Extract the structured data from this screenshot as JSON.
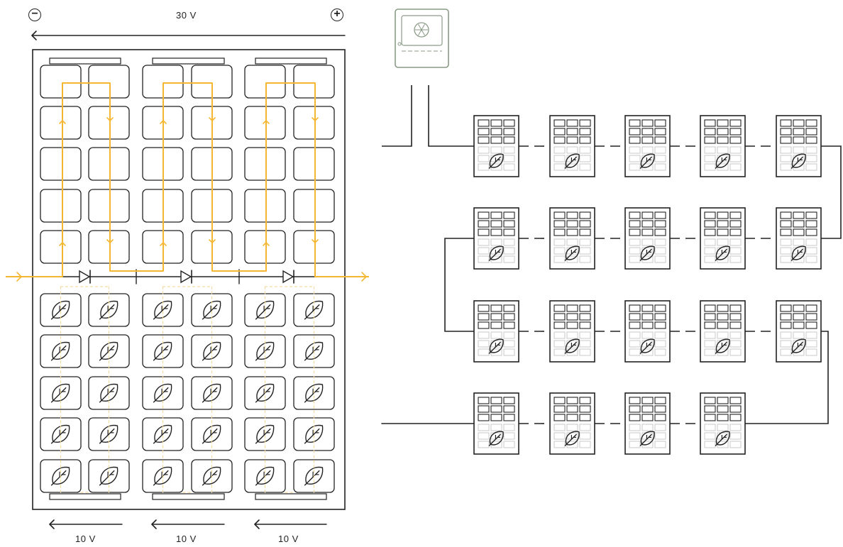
{
  "panel": {
    "total_voltage": "30 V",
    "negative_symbol": "−",
    "positive_symbol": "+",
    "substring_voltages": [
      "10 V",
      "10 V",
      "10 V"
    ]
  },
  "colors": {
    "line": "#222222",
    "current": "#f5b732",
    "current_light": "#f7dca0",
    "inverter": "#8a9a86",
    "module_light": "#c9c9c9"
  },
  "array": {
    "rows": [
      5,
      5,
      5,
      4
    ]
  }
}
